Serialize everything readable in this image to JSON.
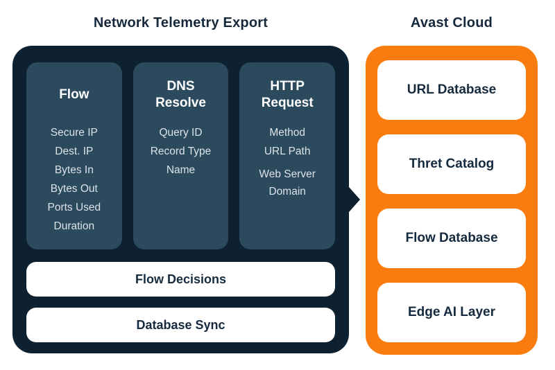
{
  "colors": {
    "panel-dark": "#0E2130",
    "column-fill": "#2C4A5E",
    "accent-orange": "#F97D0E",
    "title-text": "#16293C",
    "item-text": "#DCE3E8",
    "box-text": "#152A3E"
  },
  "left": {
    "title": "Network Telemetry Export",
    "columns": [
      {
        "heading": "Flow",
        "items": [
          "Secure IP",
          "Dest. IP",
          "Bytes In",
          "Bytes Out",
          "Ports Used",
          "Duration"
        ]
      },
      {
        "heading": "DNS Resolve",
        "items": [
          "Query ID",
          "Record Type",
          "Name"
        ]
      },
      {
        "heading": "HTTP Request",
        "items": [
          "Method",
          "URL Path",
          "Web Server Domain"
        ]
      }
    ],
    "bars": [
      "Flow Decisions",
      "Database Sync"
    ]
  },
  "right": {
    "title": "Avast Cloud",
    "boxes": [
      "URL Database",
      "Thret Catalog",
      "Flow Database",
      "Edge AI Layer"
    ]
  }
}
